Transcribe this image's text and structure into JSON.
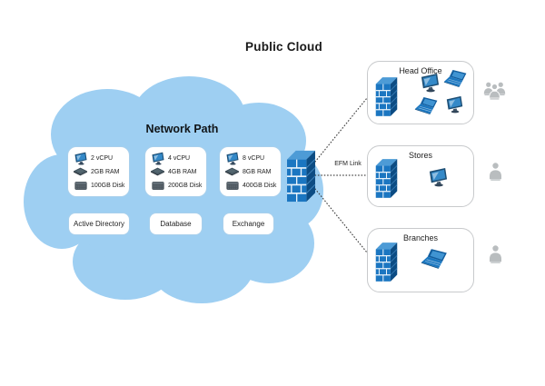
{
  "title": "Public Cloud",
  "cloud": {
    "label": "Network Path",
    "servers": [
      {
        "name": "Active Directory",
        "cpu": "2 vCPU",
        "ram": "2GB RAM",
        "disk": "100GB Disk"
      },
      {
        "name": "Database",
        "cpu": "4 vCPU",
        "ram": "4GB RAM",
        "disk": "200GB Disk"
      },
      {
        "name": "Exchange",
        "cpu": "8 vCPU",
        "ram": "8GB RAM",
        "disk": "400GB Disk"
      }
    ],
    "edge_icon": "firewall-icon"
  },
  "link": {
    "label": "EFM Link"
  },
  "sites": [
    {
      "name": "Head Office",
      "icons": [
        "firewall-icon",
        "monitor-icon",
        "laptop-icon",
        "laptop-icon",
        "monitor-icon"
      ],
      "user_icon": "people-group-icon"
    },
    {
      "name": "Stores",
      "icons": [
        "firewall-icon",
        "monitor-icon"
      ],
      "user_icon": "person-icon"
    },
    {
      "name": "Branches",
      "icons": [
        "firewall-icon",
        "laptop-icon"
      ],
      "user_icon": "person-icon"
    }
  ],
  "colors": {
    "cloud": "#9ECFF2",
    "device_blue": "#1B76C1",
    "firewall_side": "#0C4C83",
    "people_gray": "#B9BDBF",
    "box_border": "#C8CACC",
    "connector": "#444444"
  }
}
